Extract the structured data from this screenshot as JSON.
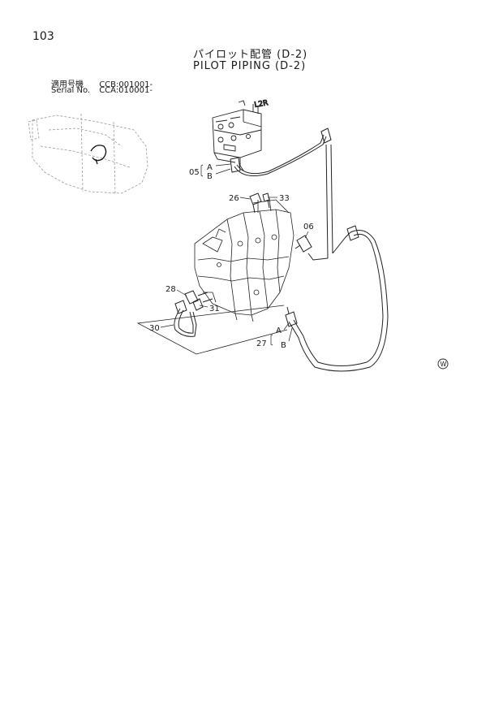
{
  "page_number": "103",
  "title_jp": "パイロット配管 (D-2)",
  "title_en": "PILOT PIPING (D-2)",
  "serial": [
    {
      "label": "適用号機",
      "value": "CCB:001001-"
    },
    {
      "label": "Serial No.",
      "value": "CCA:010001-"
    }
  ],
  "callouts": {
    "c05": "05",
    "c06": "06",
    "c26": "26",
    "c27": "27",
    "c28": "28",
    "c30": "30",
    "c31": "31",
    "c33": "33",
    "A_upper": "A",
    "B_upper": "B",
    "A_lower": "A",
    "B_lower": "B"
  },
  "marks": {
    "valve_code": "L2R",
    "corner_mark": "W"
  }
}
